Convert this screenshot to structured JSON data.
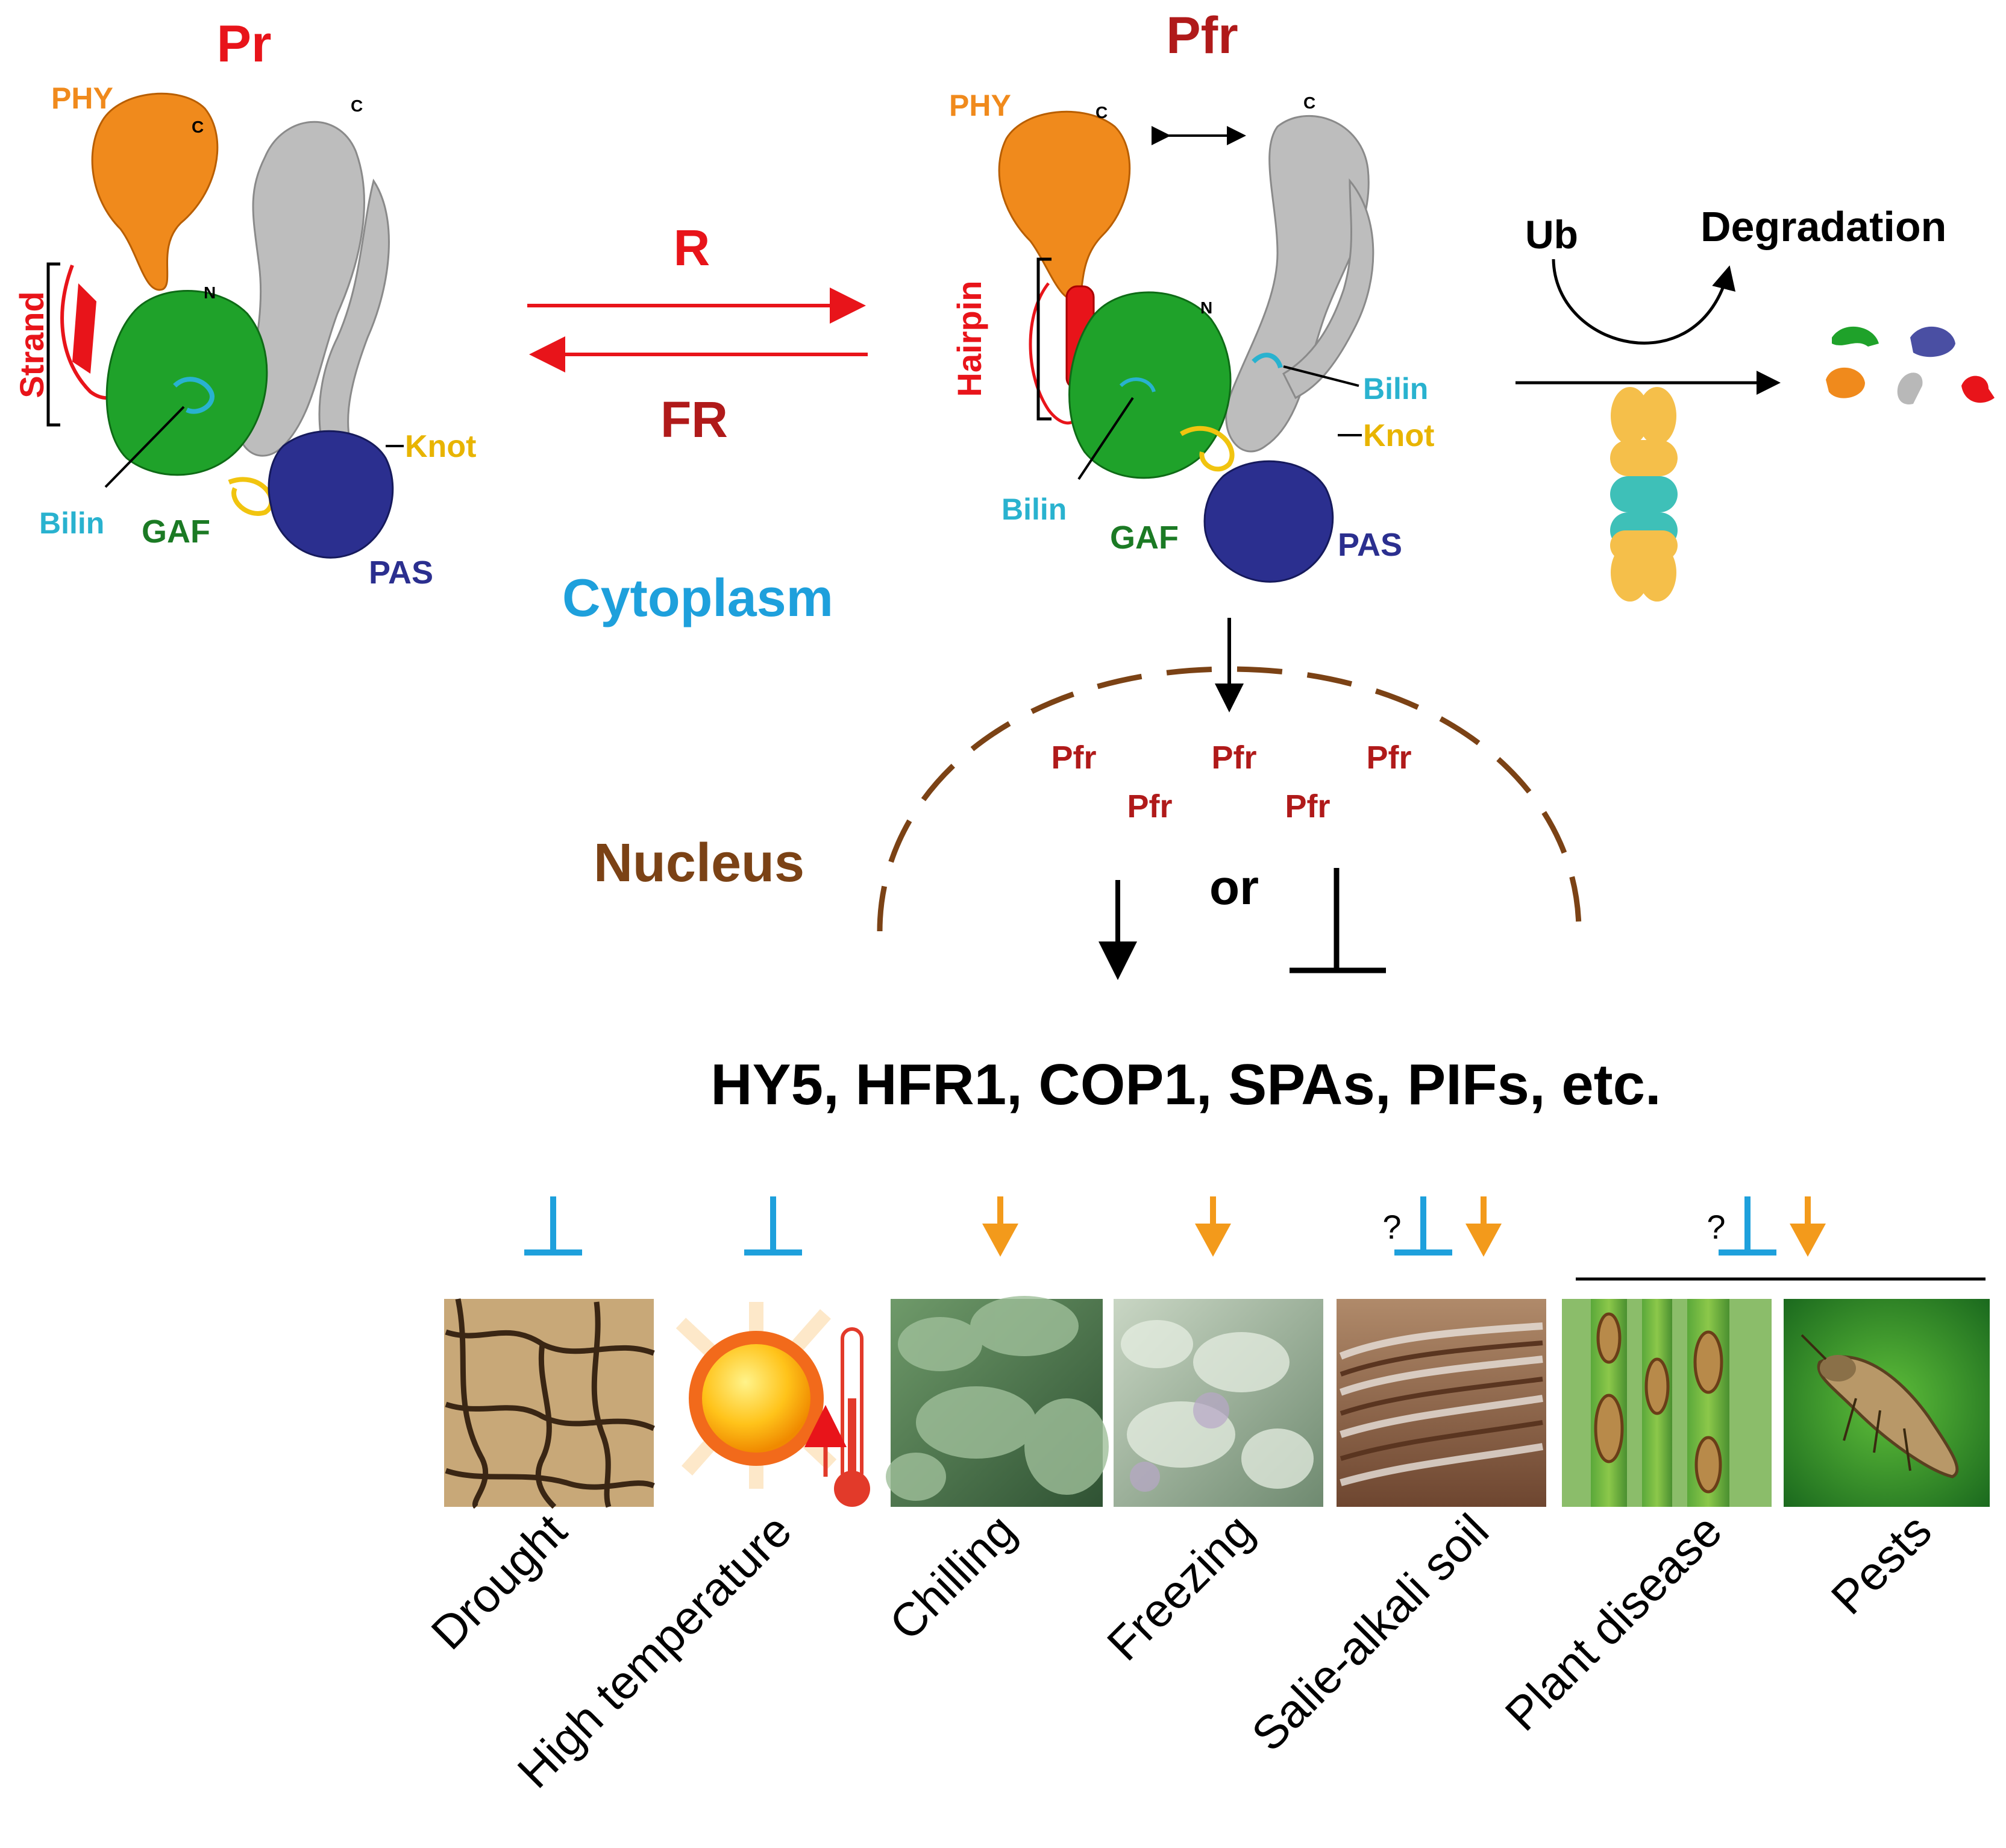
{
  "colors": {
    "phy": "#f08a1c",
    "gaf": "#1fa22a",
    "pas": "#2b2f8f",
    "bilin": "#29b2cf",
    "knot": "#f1c40f",
    "strand": "#e8141a",
    "gray": "#b8b8b8",
    "red_label": "#e8141a",
    "dark_red": "#b01a1a",
    "cytoplasm": "#1ea0dc",
    "nucleus": "#7b4215",
    "inhibit": "#1ea0dc",
    "promote": "#f39a1b"
  },
  "pr": {
    "title": "Pr",
    "phy": "PHY",
    "c_label": "C",
    "c_label_2": "C",
    "n_label": "N",
    "strand": "Strand",
    "bilin": "Bilin",
    "gaf": "GAF",
    "knot": "Knot",
    "pas": "PAS"
  },
  "pfr": {
    "title": "Pfr",
    "phy": "PHY",
    "c_label": "C",
    "c_label_2": "C",
    "n_label": "N",
    "hairpin": "Hairpin",
    "bilin_right": "Bilin",
    "knot": "Knot",
    "bilin_left": "Bilin",
    "gaf": "GAF",
    "pas": "PAS"
  },
  "transition": {
    "forward": "R",
    "reverse": "FR"
  },
  "cytoplasm": "Cytoplasm",
  "degradation": {
    "ub": "Ub",
    "label": "Degradation"
  },
  "nucleus": {
    "label": "Nucleus",
    "pfr_labels": [
      "Pfr",
      "Pfr",
      "Pfr",
      "Pfr",
      "Pfr"
    ],
    "or": "or"
  },
  "regulators": "HY5, HFR1, COP1, SPAs, PIFs, etc.",
  "question_mark": "?",
  "stresses": [
    {
      "name": "Drought",
      "effect": "inhibit"
    },
    {
      "name": "High temperature",
      "effect": "inhibit"
    },
    {
      "name": "Chilling",
      "effect": "promote"
    },
    {
      "name": "Freezing",
      "effect": "promote"
    },
    {
      "name": "Salie-alkali soil",
      "effect": "both"
    },
    {
      "name": "Plant disease",
      "effect": "both"
    },
    {
      "name": "Pests",
      "effect": "both"
    }
  ]
}
